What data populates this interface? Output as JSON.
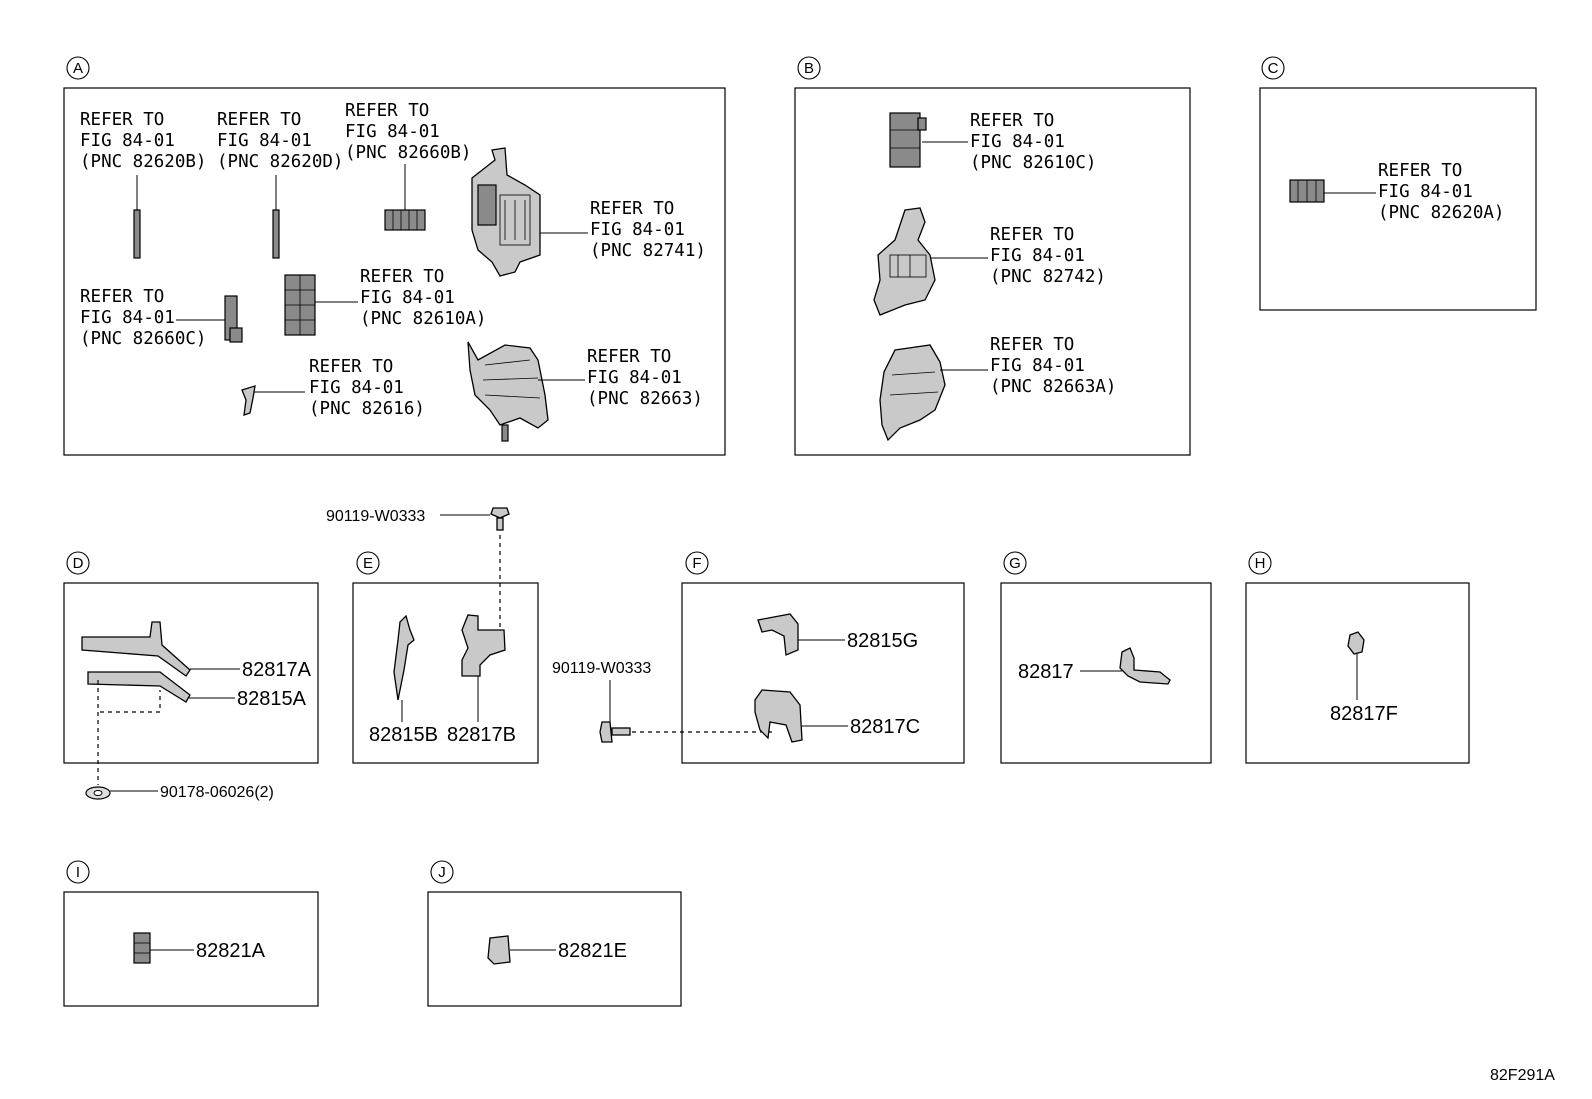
{
  "diagram_code": "82F291A",
  "sections": {
    "A": {
      "letter": "A",
      "callouts": {
        "c1": [
          "REFER TO",
          "FIG 84-01",
          "(PNC 82620B)"
        ],
        "c2": [
          "REFER TO",
          "FIG 84-01",
          "(PNC 82620D)"
        ],
        "c3": [
          "REFER TO",
          "FIG 84-01",
          "(PNC 82660B)"
        ],
        "c4": [
          "REFER TO",
          "FIG 84-01",
          "(PNC 82741)"
        ],
        "c5": [
          "REFER TO",
          "FIG 84-01",
          "(PNC 82660C)"
        ],
        "c6": [
          "REFER TO",
          "FIG 84-01",
          "(PNC 82610A)"
        ],
        "c7": [
          "REFER TO",
          "FIG 84-01",
          "(PNC 82663)"
        ],
        "c8": [
          "REFER TO",
          "FIG 84-01",
          "(PNC 82616)"
        ]
      }
    },
    "B": {
      "letter": "B",
      "callouts": {
        "c1": [
          "REFER TO",
          "FIG 84-01",
          "(PNC 82610C)"
        ],
        "c2": [
          "REFER TO",
          "FIG 84-01",
          "(PNC 82742)"
        ],
        "c3": [
          "REFER TO",
          "FIG 84-01",
          "(PNC 82663A)"
        ]
      }
    },
    "C": {
      "letter": "C",
      "callouts": {
        "c1": [
          "REFER TO",
          "FIG 84-01",
          "(PNC 82620A)"
        ]
      }
    },
    "D": {
      "letter": "D",
      "parts": [
        "82817A",
        "82815A"
      ],
      "fastener": "90178-06026(2)"
    },
    "E": {
      "letter": "E",
      "parts": [
        "82815B",
        "82817B"
      ],
      "fastener": "90119-W0333"
    },
    "F": {
      "letter": "F",
      "parts": [
        "82815G",
        "82817C"
      ],
      "fastener": "90119-W0333"
    },
    "G": {
      "letter": "G",
      "parts": [
        "82817"
      ]
    },
    "H": {
      "letter": "H",
      "parts": [
        "82817F"
      ]
    },
    "I": {
      "letter": "I",
      "parts": [
        "82821A"
      ]
    },
    "J": {
      "letter": "J",
      "parts": [
        "82821E"
      ]
    }
  }
}
